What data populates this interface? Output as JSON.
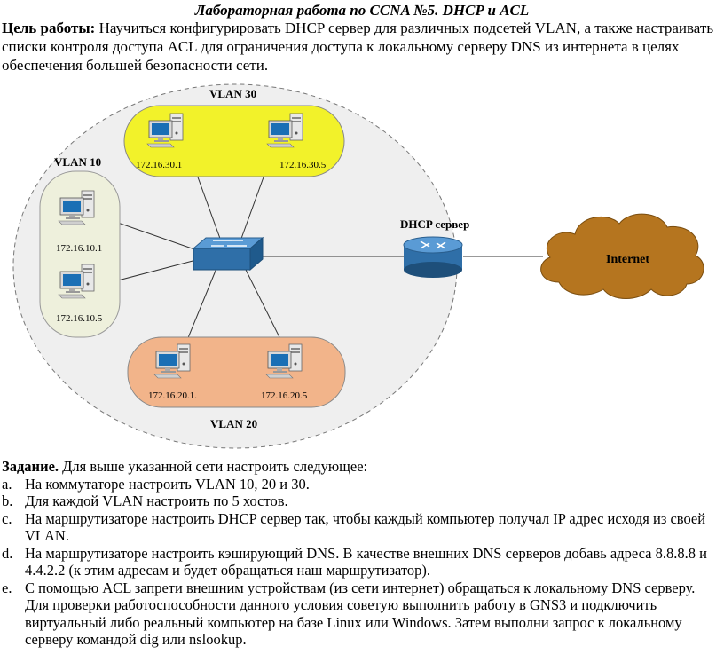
{
  "title": "Лабораторная работа по CCNA №5. DHCP и ACL",
  "goal": {
    "label": "Цель работы:",
    "text": " Научиться конфигурировать DHCP сервер для различных подсетей VLAN, а также настраивать списки контроля доступа ACL для ограничения доступа к локальному серверу DNS из интернета в целях обеспечения большей безопасности сети."
  },
  "diagram": {
    "vlan30": {
      "label": "VLAN 30",
      "hosts": [
        "172.16.30.1",
        "172.16.30.5"
      ],
      "color": "#f2f22a"
    },
    "vlan10": {
      "label": "VLAN 10",
      "hosts": [
        "172.16.10.1",
        "172.16.10.5"
      ],
      "color": "#eef0dc"
    },
    "vlan20": {
      "label": "VLAN 20",
      "hosts": [
        "172.16.20.1.",
        "172.16.20.5"
      ],
      "color": "#f2b48a"
    },
    "router_label": "DHCP сервер",
    "cloud_label": "Internet"
  },
  "task": {
    "label": "Задание.",
    "intro": " Для выше указанной сети настроить следующее:",
    "items": [
      {
        "marker": "a.",
        "text": "На коммутаторе настроить  VLAN 10, 20 и 30."
      },
      {
        "marker": "b.",
        "text": "Для каждой VLAN настроить по 5 хостов."
      },
      {
        "marker": "c.",
        "text": "На маршрутизаторе настроить DHCP сервер так, чтобы каждый компьютер получал IP адрес исходя из своей VLAN."
      },
      {
        "marker": "d.",
        "text": "На маршрутизаторе настроить кэширующий DNS. В качестве внешних DNS серверов добавь адреса 8.8.8.8 и 4.4.2.2 (к этим адресам и будет обращаться наш маршрутизатор)."
      },
      {
        "marker": "e.",
        "text": "С помощью ACL запрети внешним устройствам (из сети интернет) обращаться к локальному DNS серверу. Для проверки работоспособности данного условия советую выполнить работу в GNS3 и подключить виртуальный либо реальный компьютер на базе Linux или Windows. Затем выполни запрос к локальному серверу командой dig или nslookup."
      }
    ]
  }
}
